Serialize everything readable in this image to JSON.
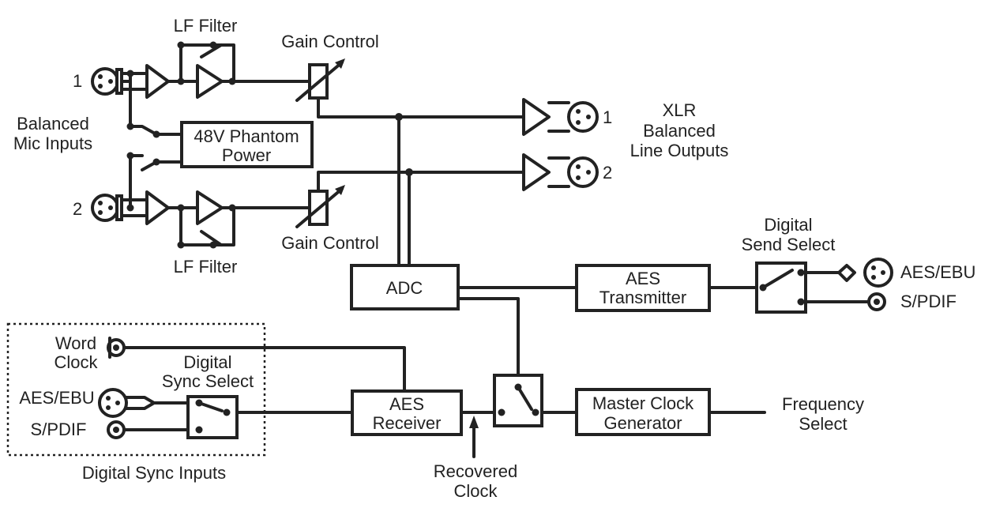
{
  "inputs": {
    "mic1_number": "1",
    "mic2_number": "2",
    "balanced_mic_inputs": [
      "Balanced",
      "Mic Inputs"
    ],
    "lf_filter_top": "LF Filter",
    "lf_filter_bottom": "LF Filter",
    "gain_control_top": "Gain Control",
    "gain_control_bottom": "Gain Control",
    "phantom_power": [
      "48V Phantom",
      "Power"
    ]
  },
  "outputs": {
    "xlr_title": [
      "XLR",
      "Balanced",
      "Line Outputs"
    ],
    "out1_number": "1",
    "out2_number": "2"
  },
  "processing": {
    "adc": "ADC",
    "aes_transmitter": [
      "AES",
      "Transmitter"
    ],
    "aes_receiver": [
      "AES",
      "Receiver"
    ],
    "master_clock": [
      "Master Clock",
      "Generator"
    ],
    "recovered_clock": [
      "Recovered",
      "Clock"
    ],
    "frequency_select": [
      "Frequency",
      "Select"
    ]
  },
  "digital_send": {
    "title": [
      "Digital",
      "Send Select"
    ],
    "aes_ebu": "AES/EBU",
    "spdif": "S/PDIF"
  },
  "digital_sync": {
    "word_clock": [
      "Word",
      "Clock"
    ],
    "select_title": [
      "Digital",
      "Sync Select"
    ],
    "aes_ebu": "AES/EBU",
    "spdif": "S/PDIF",
    "group_label": "Digital Sync Inputs"
  }
}
